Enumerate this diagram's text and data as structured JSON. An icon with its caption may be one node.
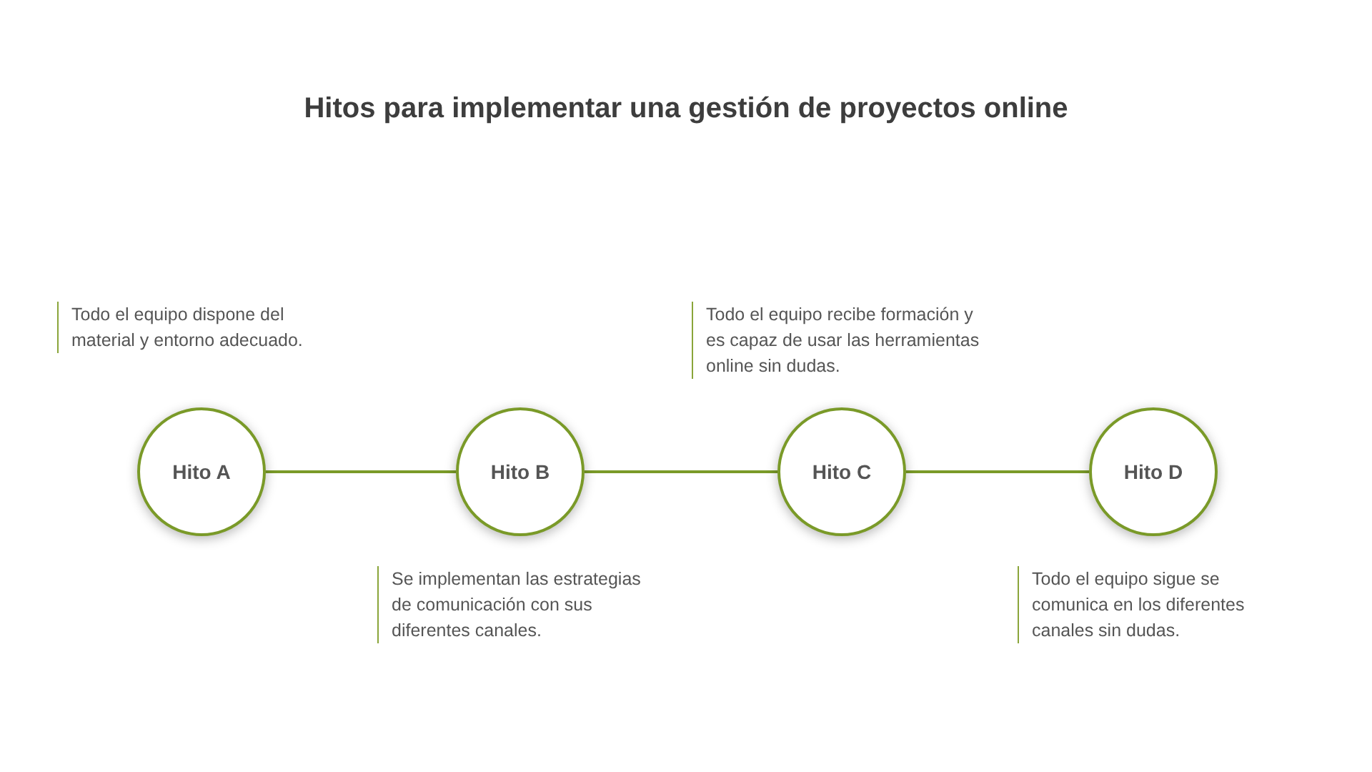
{
  "diagram": {
    "title": "Hitos para implementar una gestión de proyectos online",
    "nodes": [
      {
        "text": [
          "Hito A"
        ],
        "beside": [
          "Todo el equipo dispone del material y entorno adecuado."
        ]
      },
      {
        "text": [
          "Hito B"
        ],
        "beside": [
          "Se implementan las estrategias de comunicación con sus diferentes canales."
        ]
      },
      {
        "text": [
          "Hito C"
        ],
        "beside": [
          "Todo el equipo recibe formación y es capaz de usar las herramientas online sin dudas."
        ]
      },
      {
        "text": [
          "Hito D"
        ],
        "beside": [
          "Todo el equipo sigue se comunica en los diferentes canales sin dudas."
        ]
      }
    ],
    "edges": [
      {
        "from": 0,
        "to": 1,
        "arrow": "none"
      },
      {
        "from": 1,
        "to": 2,
        "arrow": "none"
      },
      {
        "from": 2,
        "to": 3,
        "arrow": "none"
      }
    ]
  }
}
